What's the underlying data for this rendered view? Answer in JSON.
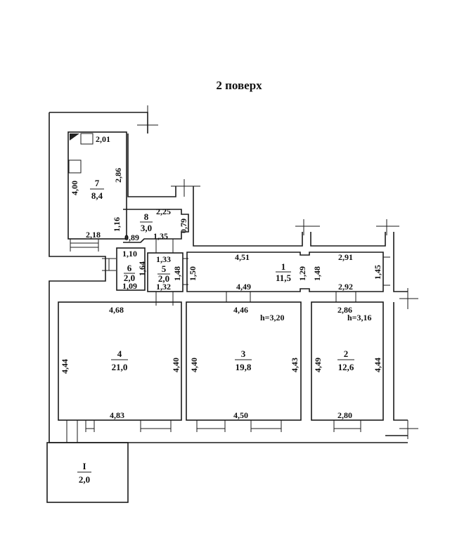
{
  "title": "2 поверх",
  "rooms": {
    "r7": {
      "number": "7",
      "area": "8,4",
      "dims": [
        "2,01",
        "2,86",
        "4,00",
        "2,18",
        "1,16"
      ]
    },
    "r8": {
      "number": "8",
      "area": "3,0",
      "dims": [
        "2,25",
        "0,79",
        "0,89",
        "1,35"
      ]
    },
    "r6": {
      "number": "6",
      "area": "2,0",
      "dims": [
        "1,10",
        "1,64",
        "1,09"
      ]
    },
    "r5": {
      "number": "5",
      "area": "2,0",
      "dims": [
        "1,33",
        "1,48",
        "1,32"
      ]
    },
    "r1": {
      "number": "1",
      "area": "11,5",
      "dims": [
        "4,51",
        "2,91",
        "1,50",
        "1,29",
        "1,48",
        "1,45",
        "4,49",
        "2,92"
      ]
    },
    "r4": {
      "number": "4",
      "area": "21,0",
      "dims": [
        "4,68",
        "4,44",
        "4,40",
        "4,83"
      ]
    },
    "r3": {
      "number": "3",
      "area": "19,8",
      "dims": [
        "4,46",
        "4,40",
        "4,43",
        "4,50"
      ],
      "height": "h=3,20"
    },
    "r2": {
      "number": "2",
      "area": "12,6",
      "dims": [
        "2,86",
        "4,49",
        "4,44",
        "2,80"
      ],
      "height": "h=3,16"
    },
    "rI": {
      "number": "I",
      "area": "2,0"
    }
  }
}
